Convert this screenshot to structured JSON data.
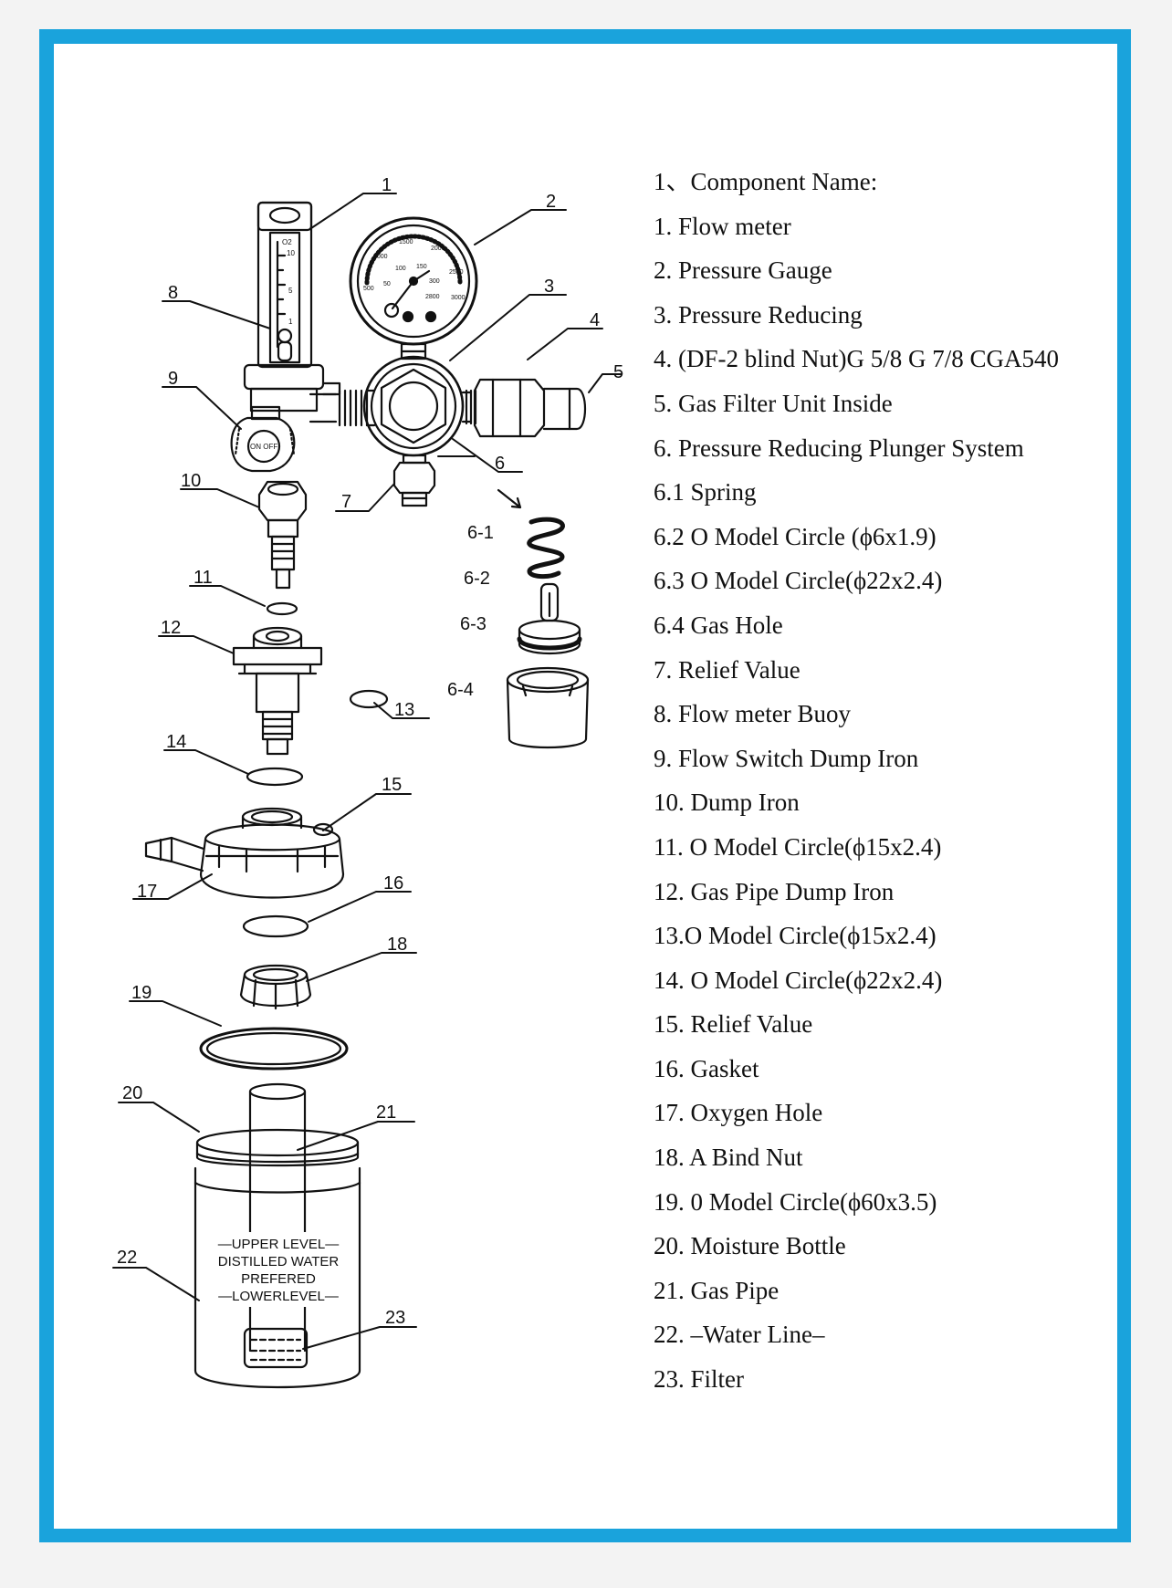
{
  "frame_color": "#1aa3dc",
  "diagram": {
    "callouts": [
      "1",
      "2",
      "3",
      "4",
      "5",
      "6",
      "6-1",
      "6-2",
      "6-3",
      "6-4",
      "7",
      "8",
      "9",
      "10",
      "11",
      "12",
      "13",
      "14",
      "15",
      "16",
      "17",
      "18",
      "19",
      "20",
      "21",
      "22",
      "23"
    ],
    "bottle_label": [
      "—UPPER LEVEL—",
      "DISTILLED WATER",
      "PREFERED",
      "—LOWERLEVEL—"
    ],
    "switch_label": "ON OFF",
    "flowmeter_scale": [
      "O2",
      "10",
      "5",
      "1"
    ],
    "gauge_scale": [
      "500",
      "1000",
      "1500",
      "2000",
      "2500",
      "3000",
      "50",
      "100",
      "150",
      "300",
      "2800"
    ]
  },
  "legend": {
    "heading": "1、Component Name:",
    "items": [
      "1. Flow meter",
      "2. Pressure Gauge",
      "3. Pressure Reducing",
      "4. (DF-2 blind Nut)G 5/8 G 7/8 CGA540",
      "5. Gas Filter Unit Inside",
      "6. Pressure Reducing Plunger System",
      "6.1 Spring",
      "6.2 O Model Circle (ϕ6x1.9)",
      "6.3 O Model Circle(ϕ22x2.4)",
      "6.4 Gas Hole",
      "7. Relief Value",
      "8. Flow meter Buoy",
      "9. Flow Switch Dump Iron",
      "10. Dump Iron",
      "11. O Model Circle(ϕ15x2.4)",
      "12. Gas Pipe Dump Iron",
      "13.O Model Circle(ϕ15x2.4)",
      "14. O Model Circle(ϕ22x2.4)",
      "15. Relief Value",
      "16. Gasket",
      "17. Oxygen Hole",
      "18. A Bind Nut",
      "19. 0 Model Circle(ϕ60x3.5)",
      "20. Moisture Bottle",
      "21. Gas Pipe",
      "22. –Water Line–",
      "23. Filter"
    ]
  }
}
